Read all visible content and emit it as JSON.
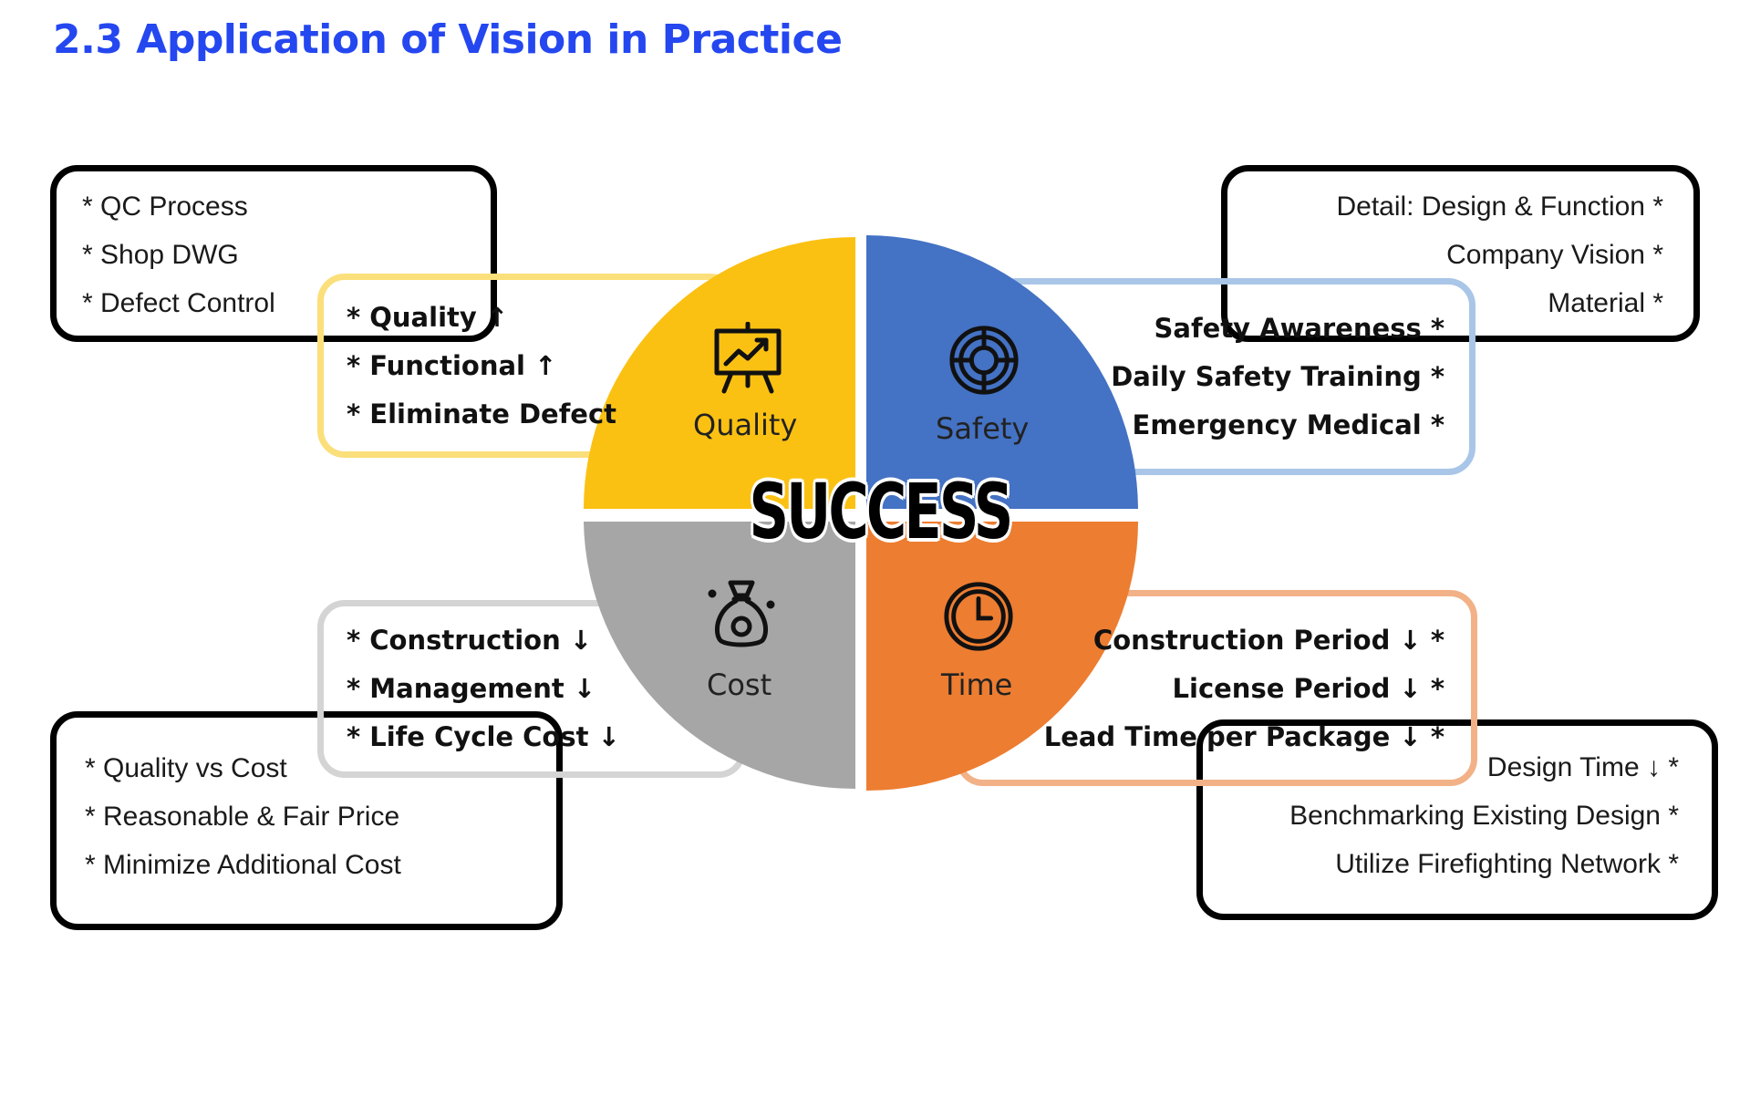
{
  "title": "2.3 Application of Vision in Practice",
  "center": {
    "label": "SUCCESS"
  },
  "segments": {
    "quality": {
      "label": "Quality",
      "color": "#fbc112",
      "icon": "presentation-chart-icon"
    },
    "safety": {
      "label": "Safety",
      "color": "#4472c4",
      "icon": "lifebuoy-icon"
    },
    "cost": {
      "label": "Cost",
      "color": "#a6a6a6",
      "icon": "money-bag-icon"
    },
    "time": {
      "label": "Time",
      "color": "#ed7d31",
      "icon": "clock-icon"
    }
  },
  "boxes": {
    "quality_outer": [
      "* QC Process",
      "* Shop DWG",
      "* Defect Control"
    ],
    "quality_inner": [
      "* Quality ↑",
      "* Functional ↑",
      "* Eliminate Defect"
    ],
    "safety_outer": [
      "Detail: Design & Function *",
      "Company Vision *",
      "Material *"
    ],
    "safety_inner": [
      "Safety Awareness *",
      "Daily Safety Training *",
      "Emergency Medical *"
    ],
    "cost_inner": [
      "* Construction ↓",
      "* Management ↓",
      "* Life Cycle Cost ↓"
    ],
    "cost_outer": [
      "* Quality vs Cost",
      "* Reasonable & Fair Price",
      "* Minimize Additional Cost"
    ],
    "time_inner": [
      "Construction Period ↓ *",
      "License Period ↓ *",
      "Lead Time per Package ↓ *"
    ],
    "time_outer": [
      "Design Time ↓ *",
      "Benchmarking Existing Design *",
      "Utilize Firefighting Network *"
    ]
  }
}
